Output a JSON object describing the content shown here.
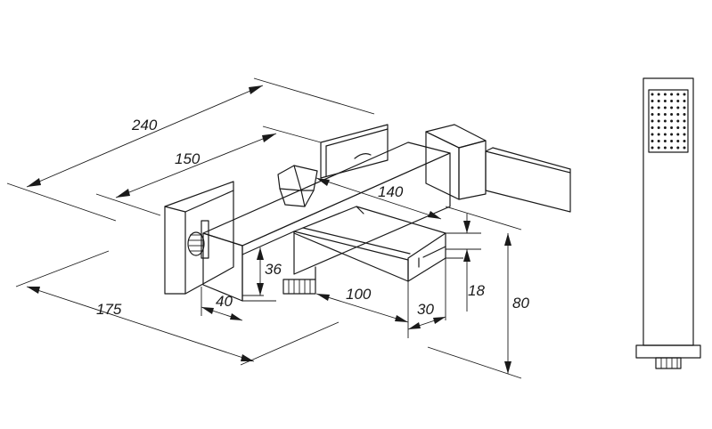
{
  "dimensions": {
    "overall_length": "240",
    "wall_mount_span": "150",
    "outlet_reach": "140",
    "projection": "175",
    "body_width": "40",
    "body_height": "36",
    "spout_length": "100",
    "spout_width": "30",
    "spout_thickness": "18",
    "total_height": "80"
  }
}
